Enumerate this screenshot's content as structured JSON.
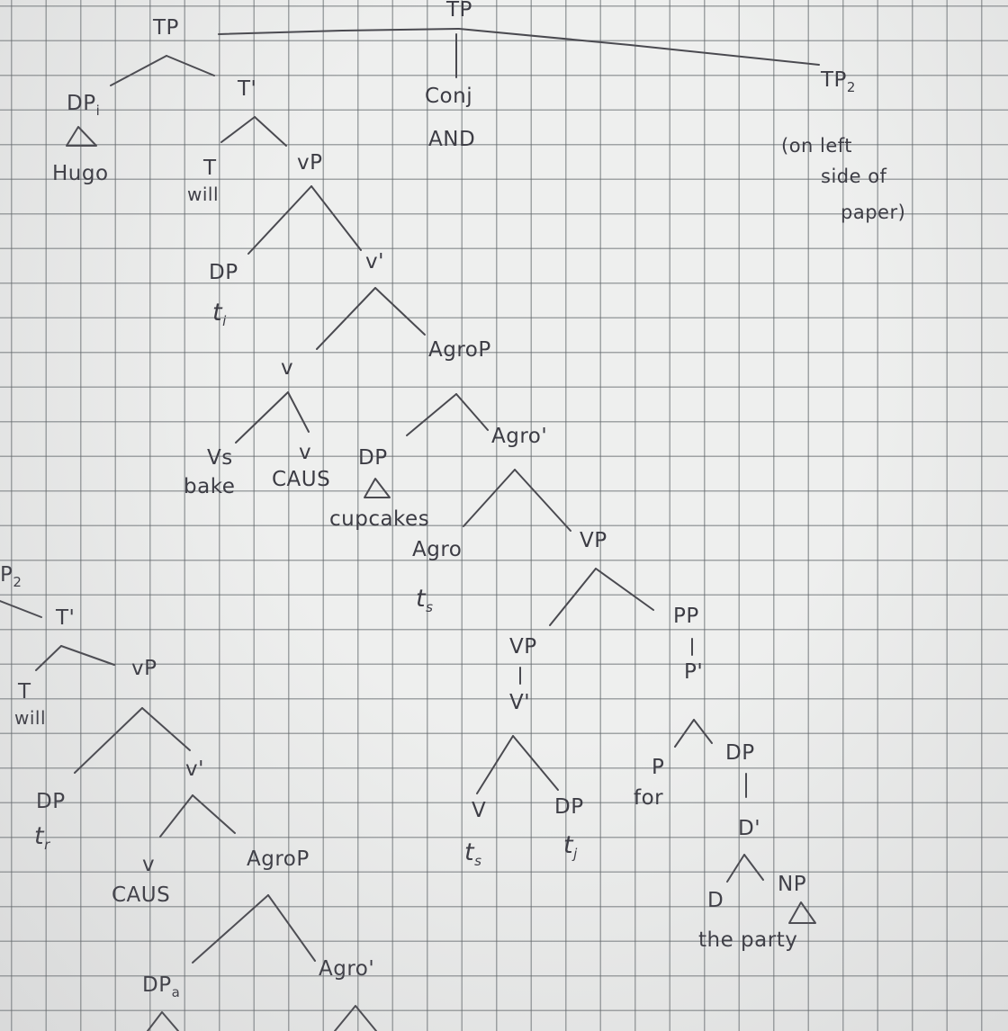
{
  "top": {
    "tp": "TP",
    "tp2": "TP",
    "tp2_sub": "2",
    "conj": "Conj",
    "and": "AND",
    "note_1": "(on left",
    "note_2": "side of",
    "note_3": "paper)"
  },
  "tree1": {
    "tp": "TP",
    "dp": "DP",
    "dp_sub": "i",
    "hugo": "Hugo",
    "t_bar": "T'",
    "t": "T",
    "will": "will",
    "little_vp": "vP",
    "little_v_bar": "v'",
    "little_v": "v",
    "trace_t": "t",
    "agrop": "AgroP",
    "agro_bar": "Agro'",
    "agro": "Agro",
    "vs": "Vs",
    "bake": "bake",
    "caus": "CAUS",
    "cupcakes": "cupcakes",
    "trace_s_sub": "s",
    "trace_j_sub": "j",
    "vp": "VP",
    "v_bar": "V'",
    "v": "V",
    "pp": "PP",
    "p_bar": "P'",
    "p": "P",
    "for": "for",
    "d_bar": "D'",
    "d": "D",
    "np": "NP",
    "the_party": "the party"
  },
  "tree2": {
    "p_frag": "P",
    "trace_r_sub": "r",
    "dp_sub_a": "a"
  }
}
